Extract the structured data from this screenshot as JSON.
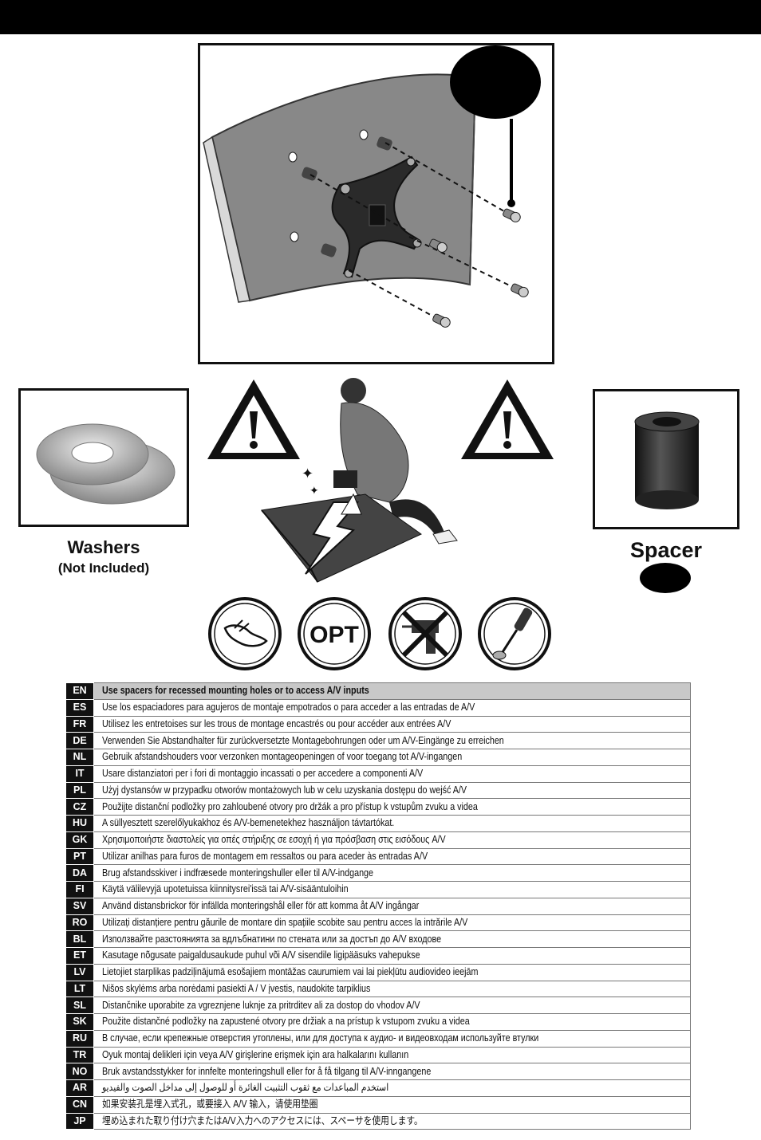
{
  "washers": {
    "title": "Washers",
    "note": "(Not Included)"
  },
  "spacer": {
    "title": "Spacer"
  },
  "icons": [
    {
      "name": "hand-tighten-icon"
    },
    {
      "name": "optional-icon",
      "label": "OPT"
    },
    {
      "name": "no-power-drill-icon"
    },
    {
      "name": "screwdriver-icon"
    }
  ],
  "instructions": [
    {
      "code": "EN",
      "text": "Use spacers for recessed mounting holes or to access A/V inputs"
    },
    {
      "code": "ES",
      "text": "Use los espaciadores para agujeros de montaje empotrados o para acceder a las entradas de A/V"
    },
    {
      "code": "FR",
      "text": "Utilisez les entretoises sur les trous de montage encastrés ou pour accéder aux entrées A/V"
    },
    {
      "code": "DE",
      "text": "Verwenden Sie Abstandhalter für zurückversetzte Montagebohrungen oder um A/V-Eingänge zu erreichen"
    },
    {
      "code": "NL",
      "text": "Gebruik afstandshouders voor verzonken montageopeningen of voor toegang tot A/V-ingangen"
    },
    {
      "code": "IT",
      "text": "Usare distanziatori per i fori di montaggio incassati o per accedere a componenti A/V"
    },
    {
      "code": "PL",
      "text": "Użyj dystansów w przypadku otworów montażowych lub w celu uzyskania dostępu do wejść A/V"
    },
    {
      "code": "CZ",
      "text": "Použijte distanční podložky pro zahloubené otvory pro držák a pro přístup k vstupům zvuku a videa"
    },
    {
      "code": "HU",
      "text": "A süllyesztett szerelőlyukakhoz és A/V-bemenetekhez használjon távtartókat."
    },
    {
      "code": "GK",
      "text": "Χρησιμοποιήστε διαστολείς για οπές στήριξης σε εσοχή ή για πρόσβαση στις εισόδους A/V"
    },
    {
      "code": "PT",
      "text": "Utilizar anilhas para furos de montagem em ressaltos ou para aceder às entradas A/V"
    },
    {
      "code": "DA",
      "text": "Brug afstandsskiver i indfræsede monteringshuller eller til A/V-indgange"
    },
    {
      "code": "FI",
      "text": "Käytä välilevyjä upotetuissa kiinnitysrei'issä tai A/V-sisääntuloihin"
    },
    {
      "code": "SV",
      "text": "Använd distansbrickor för infällda monteringshål eller för att komma åt A/V ingångar"
    },
    {
      "code": "RO",
      "text": "Utilizați distanțiere pentru găurile de montare din spațiile scobite sau pentru acces la intrările A/V"
    },
    {
      "code": "BL",
      "text": "Използвайте разстоянията за вдлъбнатини по стената или за достъп до A/V входове"
    },
    {
      "code": "ET",
      "text": "Kasutage nõgusate paigaldusaukude puhul või A/V sisendile ligipääsuks vahepukse"
    },
    {
      "code": "LV",
      "text": "Lietojiet starplikas padziļinājumā esošajiem montāžas caurumiem vai lai piekļūtu audiovideo ieejām"
    },
    {
      "code": "LT",
      "text": "Nišos skylėms arba norėdami pasiekti A / V įvestis, naudokite tarpiklius"
    },
    {
      "code": "SL",
      "text": "Distančnike uporabite za vgreznjene luknje za pritrditev ali za dostop do vhodov A/V"
    },
    {
      "code": "SK",
      "text": "Použite distančné podložky na zapustené otvory pre držiak a na prístup k vstupom zvuku a videa"
    },
    {
      "code": "RU",
      "text": "В случае, если крепежные отверстия утоплены, или для доступа к аудио- и видеовходам используйте втулки"
    },
    {
      "code": "TR",
      "text": "Oyuk montaj delikleri için veya A/V girişlerine erişmek için ara halkalarını kullanın"
    },
    {
      "code": "NO",
      "text": "Bruk avstandsstykker for innfelte monteringshull eller for å få tilgang til A/V-inngangene"
    },
    {
      "code": "AR",
      "text": "استخدم المباعدات مع ثقوب التثبيت الغائرة أو للوصول إلى مداخل الصوت والفيديو"
    },
    {
      "code": "CN",
      "text": "如果安装孔是埋入式孔，或要接入 A/V 输入，请使用垫圈"
    },
    {
      "code": "JP",
      "text": "埋め込まれた取り付け穴またはA/V入力へのアクセスには、スペーサを使用します。"
    }
  ]
}
